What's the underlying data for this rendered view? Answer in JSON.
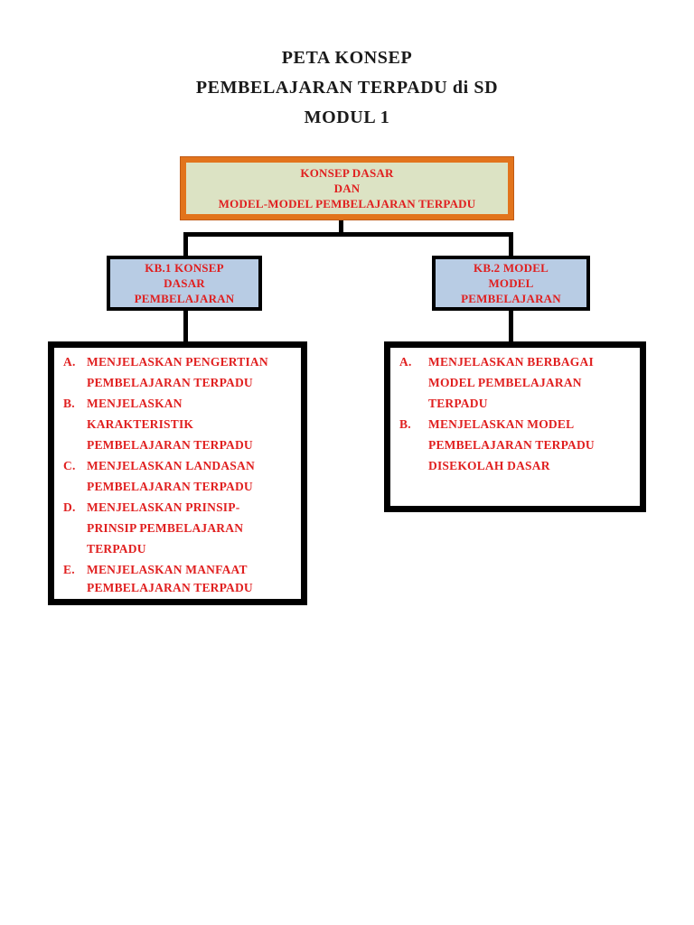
{
  "title": {
    "line1": "PETA KONSEP",
    "line2": "PEMBELAJARAN TERPADU di SD",
    "line3": "MODUL 1"
  },
  "diagram": {
    "root_box": {
      "line1": "KONSEP DASAR",
      "line2": "DAN",
      "line3": "MODEL-MODEL PEMBELAJARAN TERPADU"
    },
    "kb1_box": {
      "line1": "KB.1 KONSEP",
      "line2": "DASAR",
      "line3": "PEMBELAJARAN"
    },
    "kb2_box": {
      "line1": "KB.2 MODEL",
      "line2": "MODEL",
      "line3": "PEMBELAJARAN"
    },
    "left_list": {
      "items": [
        {
          "letter": "A.",
          "lines": [
            "MENJELASKAN PENGERTIAN",
            "PEMBELAJARAN TERPADU"
          ]
        },
        {
          "letter": "B.",
          "lines": [
            "MENJELASKAN",
            "KARAKTERISTIK",
            "PEMBELAJARAN TERPADU"
          ]
        },
        {
          "letter": "C.",
          "lines": [
            "MENJELASKAN LANDASAN",
            "PEMBELAJARAN TERPADU"
          ]
        },
        {
          "letter": "D.",
          "lines": [
            "MENJELASKAN PRINSIP-",
            "PRINSIP PEMBELAJARAN",
            "TERPADU"
          ]
        },
        {
          "letter": "E.",
          "lines": [
            "MENJELASKAN MANFAAT",
            "PEMBELAJARAN TERPADU"
          ]
        }
      ]
    },
    "right_list": {
      "items": [
        {
          "letter": "A.",
          "lines": [
            "MENJELASKAN BERBAGAI",
            "MODEL PEMBELAJARAN",
            "TERPADU"
          ]
        },
        {
          "letter": "B.",
          "lines": [
            "MENJELASKAN MODEL",
            "PEMBELAJARAN TERPADU",
            "DISEKOLAH DASAR"
          ]
        }
      ]
    },
    "colors": {
      "root_border": "#e2741c",
      "root_fill": "#dce3c4",
      "kb_fill": "#b8cce4",
      "text_red": "#e01f1f",
      "line_black": "#000000"
    }
  }
}
